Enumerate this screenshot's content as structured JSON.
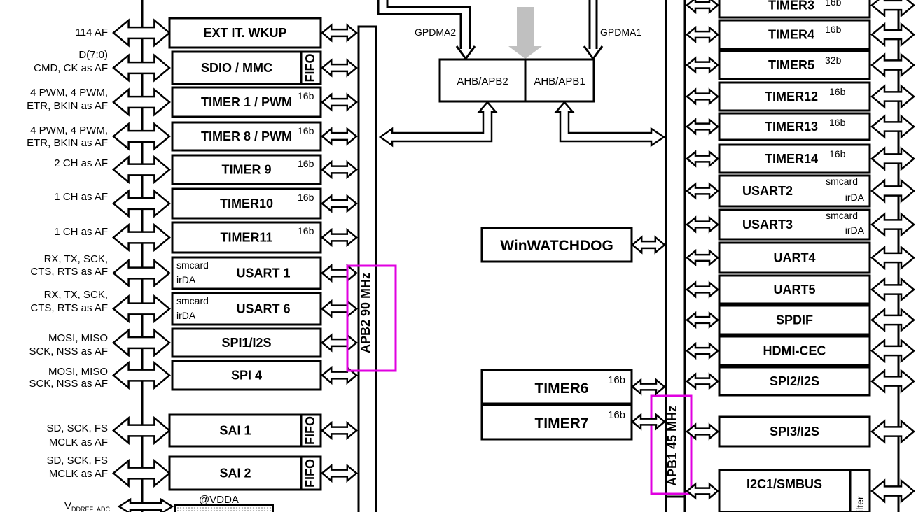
{
  "left_pins": [
    {
      "lines": [
        "114 AF"
      ]
    },
    {
      "lines": [
        "D(7:0)",
        "CMD, CK as AF"
      ]
    },
    {
      "lines": [
        "4 PWM, 4 PWM,",
        "ETR, BKIN as AF"
      ]
    },
    {
      "lines": [
        "4 PWM, 4 PWM,",
        "ETR, BKIN as AF"
      ]
    },
    {
      "lines": [
        "2 CH as AF"
      ]
    },
    {
      "lines": [
        "1 CH as AF"
      ]
    },
    {
      "lines": [
        "1 CH as AF"
      ]
    },
    {
      "lines": [
        "RX, TX, SCK,",
        "CTS, RTS as AF"
      ]
    },
    {
      "lines": [
        "RX, TX, SCK,",
        "CTS, RTS as AF"
      ]
    },
    {
      "lines": [
        "MOSI, MISO",
        "SCK, NSS as AF"
      ]
    },
    {
      "lines": [
        "MOSI, MISO",
        "SCK, NSS as AF"
      ]
    },
    {
      "lines": [
        "SD, SCK, FS",
        "MCLK as AF"
      ]
    },
    {
      "lines": [
        "SD, SCK, FS",
        "MCLK as AF"
      ]
    }
  ],
  "vref_label": "V",
  "vref_sub": "DDREF_ADC",
  "vdda_label": "@VDDA",
  "apb2_blocks": [
    {
      "name": "EXT IT. WKUP"
    },
    {
      "name": "SDIO / MMC",
      "tag": "FIFO"
    },
    {
      "name": "TIMER 1 / PWM",
      "bits": "16b"
    },
    {
      "name": "TIMER 8 / PWM",
      "bits": "16b"
    },
    {
      "name": "TIMER 9",
      "bits": "16b"
    },
    {
      "name": "TIMER10",
      "bits": "16b"
    },
    {
      "name": "TIMER11",
      "bits": "16b"
    },
    {
      "name": "USART 1",
      "sub1": "smcard",
      "sub2": "irDA"
    },
    {
      "name": "USART 6",
      "sub1": "smcard",
      "sub2": "irDA"
    },
    {
      "name": "SPI1/I2S"
    },
    {
      "name": "SPI 4"
    },
    {
      "name": "SAI 1",
      "tag": "FIFO"
    },
    {
      "name": "SAI 2",
      "tag": "FIFO"
    }
  ],
  "apb2_bus_label": "APB2 90 MHz",
  "apb1_bus_label": "APB1 45 MHz",
  "bridges": {
    "left": "AHB/APB2",
    "right": "AHB/APB1"
  },
  "dma": {
    "left": "GPDMA2",
    "right": "GPDMA1"
  },
  "center_blocks": {
    "watchdog": "WinWATCHDOG",
    "timer6": {
      "name": "TIMER6",
      "bits": "16b"
    },
    "timer7": {
      "name": "TIMER7",
      "bits": "16b"
    }
  },
  "apb1_blocks": [
    {
      "name": "TIMER3",
      "bits": "16b"
    },
    {
      "name": "TIMER4",
      "bits": "16b"
    },
    {
      "name": "TIMER5",
      "bits": "32b"
    },
    {
      "name": "TIMER12",
      "bits": "16b"
    },
    {
      "name": "TIMER13",
      "bits": "16b"
    },
    {
      "name": "TIMER14",
      "bits": "16b"
    },
    {
      "name": "USART2",
      "sub1": "smcard",
      "sub2": "irDA"
    },
    {
      "name": "USART3",
      "sub1": "smcard",
      "sub2": "irDA"
    },
    {
      "name": "UART4"
    },
    {
      "name": "UART5"
    },
    {
      "name": "SPDIF"
    },
    {
      "name": "HDMI-CEC"
    },
    {
      "name": "SPI2/I2S"
    },
    {
      "name": "SPI3/I2S"
    },
    {
      "name": "I2C1/SMBUS",
      "tag": "ilter"
    }
  ],
  "colors": {
    "highlight": "#e000e0",
    "line": "#000000",
    "dma_arrow": "#c0c0c0"
  }
}
